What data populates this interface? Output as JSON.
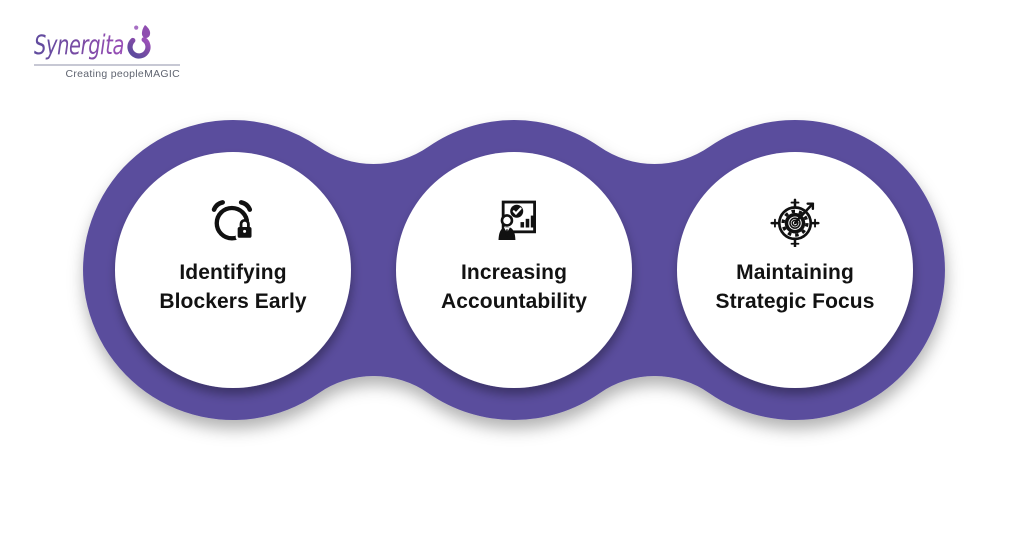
{
  "brand": {
    "name": "Synergita",
    "tagline": "Creating peopleMAGIC",
    "logo_color_start": "#5F4B9E",
    "logo_color_end": "#9A4FB8"
  },
  "diagram": {
    "accent_color": "#5A4D9D",
    "text_color": "#121212",
    "items": [
      {
        "icon": "alarm-lock-icon",
        "line1": "Identifying",
        "line2": "Blockers Early"
      },
      {
        "icon": "presentation-chart-icon",
        "line1": "Increasing",
        "line2": "Accountability"
      },
      {
        "icon": "target-gear-arrow-icon",
        "line1": "Maintaining",
        "line2": "Strategic Focus"
      }
    ]
  }
}
